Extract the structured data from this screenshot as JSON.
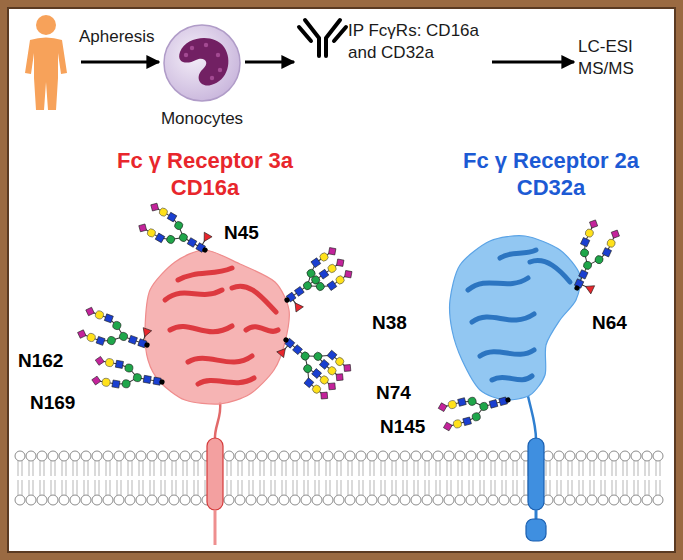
{
  "diagram": {
    "nodes": [
      {
        "text": [
          "Apheresis"
        ]
      },
      {
        "text": [
          "Monocytes"
        ]
      },
      {
        "text": [
          "IP FcγRs: CD16a and CD32a"
        ]
      },
      {
        "text": [
          "LC-ESI MS/MS"
        ]
      }
    ],
    "edges": [
      {
        "from": 0,
        "to": 1,
        "arrow": "to"
      },
      {
        "from": 1,
        "to": 2,
        "arrow": "to"
      },
      {
        "from": 2,
        "to": 3,
        "arrow": "to"
      }
    ],
    "labels": [
      "Fc γ Receptor 3a",
      "CD16a",
      "Fc γ Receptor 2a",
      "CD32a",
      "N162",
      "N45",
      "N38",
      "N169",
      "N74",
      "N145",
      "N64"
    ]
  }
}
